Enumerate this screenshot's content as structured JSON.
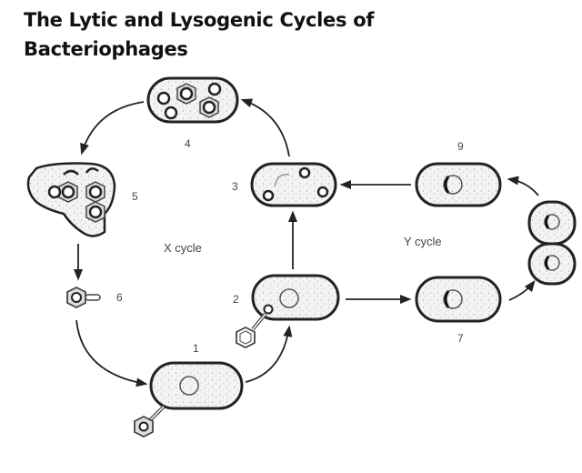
{
  "title": "The Lytic and Lysogenic Cycles of Bacteriophages",
  "cycles": {
    "x_label": "X cycle",
    "y_label": "Y cycle"
  },
  "stages": [
    {
      "id": "1",
      "label": "1",
      "description": "phage attaches to bacterium"
    },
    {
      "id": "2",
      "label": "2",
      "description": "phage injects DNA"
    },
    {
      "id": "3",
      "label": "3",
      "description": "viral DNA replicates"
    },
    {
      "id": "4",
      "label": "4",
      "description": "new phages assemble"
    },
    {
      "id": "5",
      "label": "5",
      "description": "cell lyses releasing phages"
    },
    {
      "id": "6",
      "label": "6",
      "description": "free phage"
    },
    {
      "id": "7",
      "label": "7",
      "description": "viral DNA integrated"
    },
    {
      "id": "8",
      "label": "",
      "description": "cell divides"
    },
    {
      "id": "9",
      "label": "9",
      "description": "daughter cell with prophage"
    }
  ],
  "colors": {
    "stroke": "#222222",
    "fill": "#f1f1f1",
    "text": "#444444"
  }
}
